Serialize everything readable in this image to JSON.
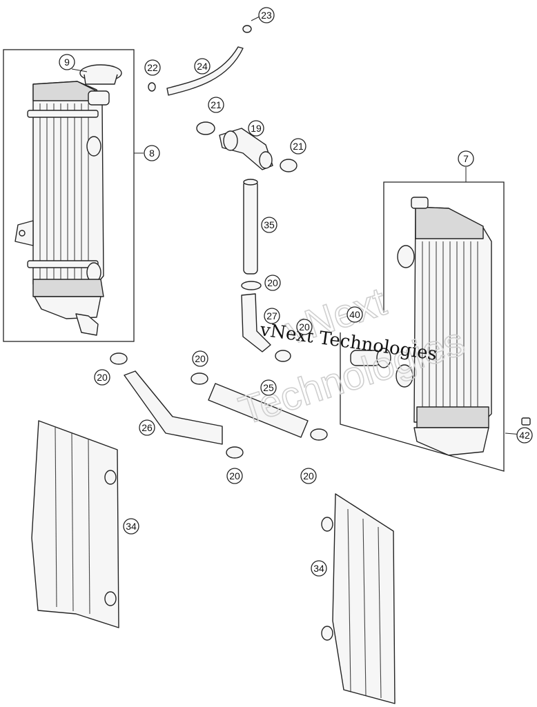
{
  "callouts": [
    {
      "id": "c23",
      "label": "23"
    },
    {
      "id": "c9",
      "label": "9"
    },
    {
      "id": "c22",
      "label": "22"
    },
    {
      "id": "c24",
      "label": "24"
    },
    {
      "id": "c21a",
      "label": "21"
    },
    {
      "id": "c19",
      "label": "19"
    },
    {
      "id": "c21b",
      "label": "21"
    },
    {
      "id": "c8",
      "label": "8"
    },
    {
      "id": "c7",
      "label": "7"
    },
    {
      "id": "c35",
      "label": "35"
    },
    {
      "id": "c20a",
      "label": "20"
    },
    {
      "id": "c27",
      "label": "27"
    },
    {
      "id": "c40",
      "label": "40"
    },
    {
      "id": "c20b",
      "label": "20"
    },
    {
      "id": "c20c",
      "label": "20"
    },
    {
      "id": "c20d",
      "label": "20"
    },
    {
      "id": "c25",
      "label": "25"
    },
    {
      "id": "c26",
      "label": "26"
    },
    {
      "id": "c20e",
      "label": "20"
    },
    {
      "id": "c20f",
      "label": "20"
    },
    {
      "id": "c42",
      "label": "42"
    },
    {
      "id": "c34a",
      "label": "34"
    },
    {
      "id": "c34b",
      "label": "34"
    }
  ],
  "watermark": {
    "large_line1": "vNext",
    "large_line2": "Technologies",
    "small": "vNext Technologies"
  }
}
